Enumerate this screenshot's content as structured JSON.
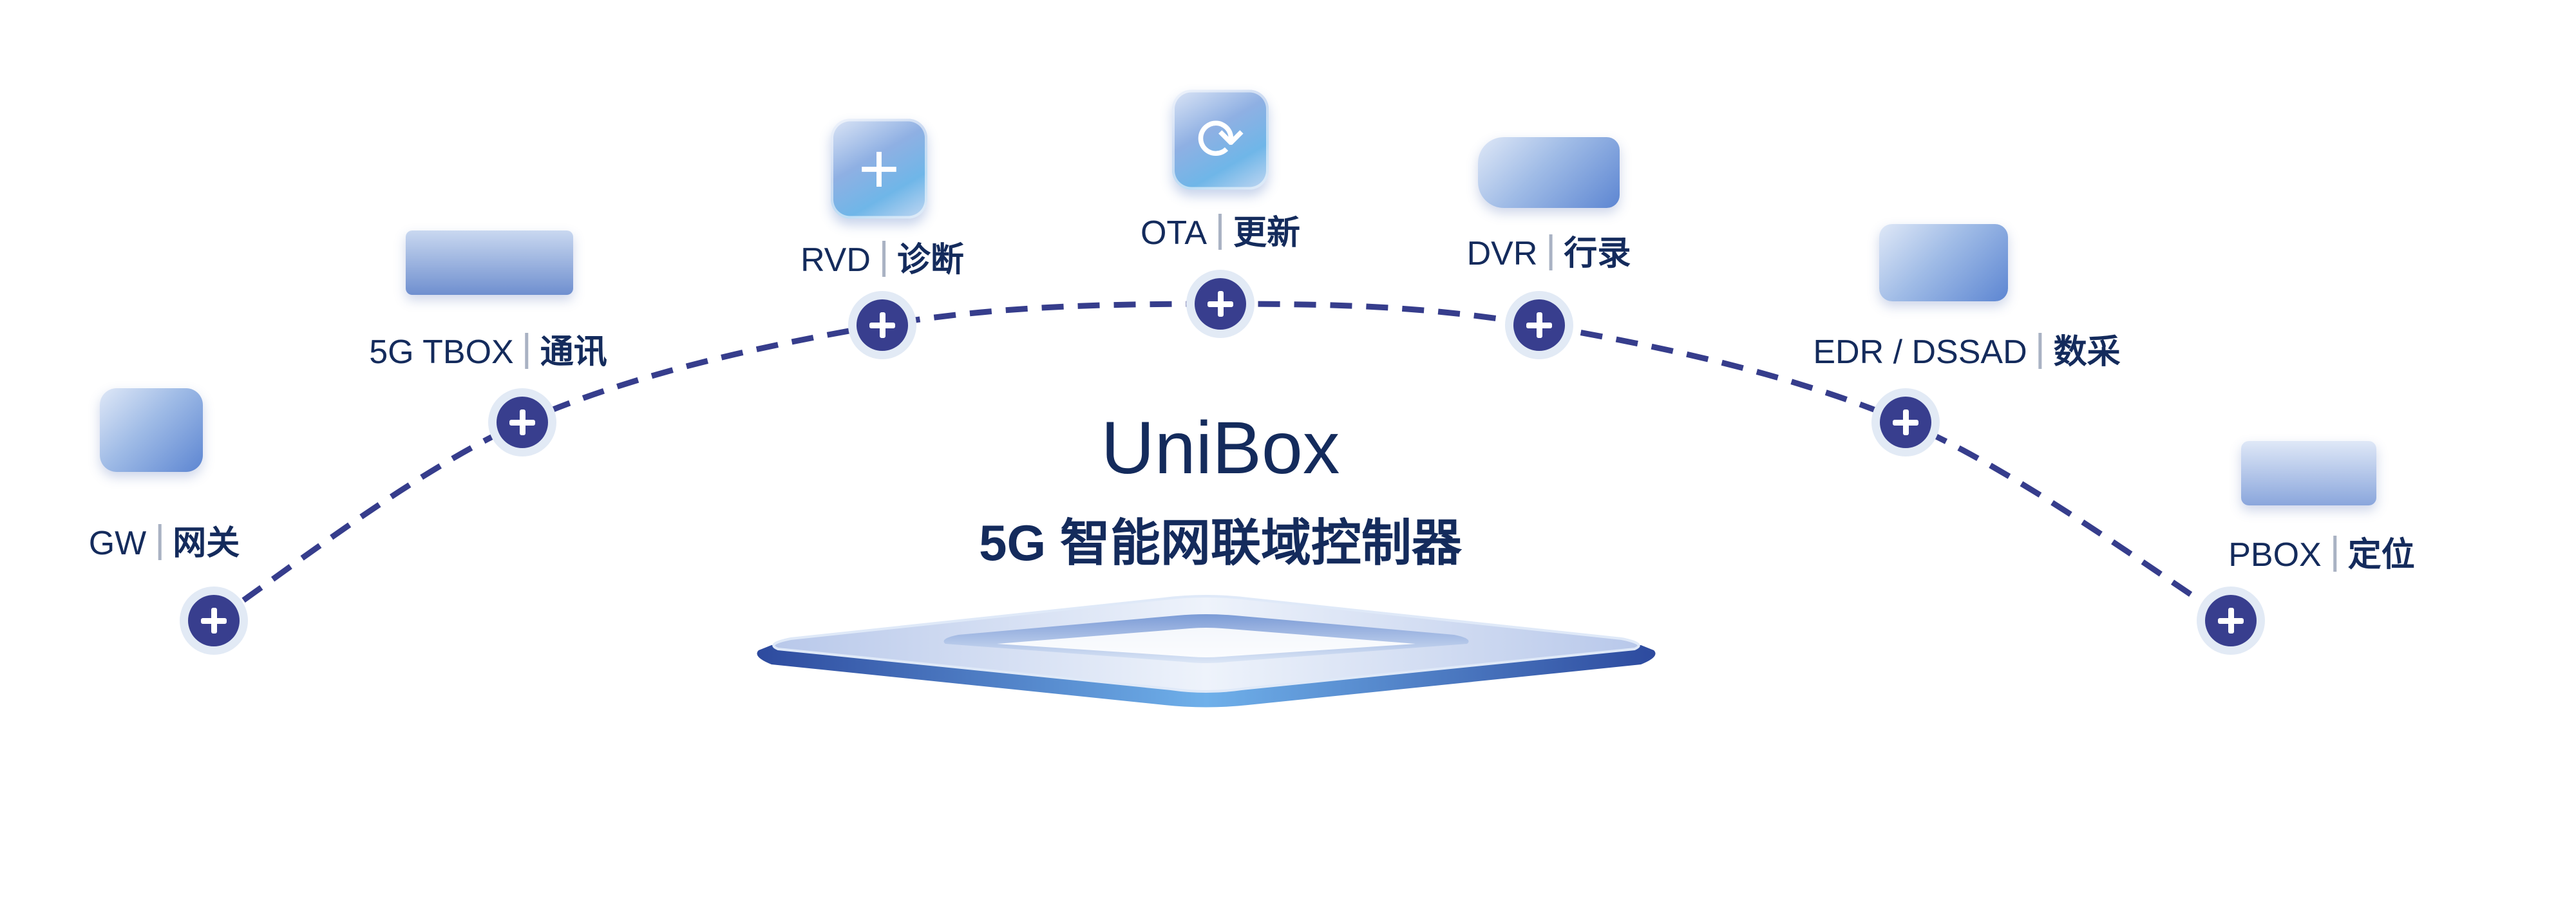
{
  "colors": {
    "text": "#142b5c",
    "node": "#383e8e",
    "halo": "#e2eaf5",
    "dash": "#363d8c",
    "separator": "#a9b2c3"
  },
  "center": {
    "title": "UniBox",
    "subtitle": "5G 智能网联域控制器"
  },
  "nodes": [
    {
      "en": "GW",
      "cn": "网关",
      "icon": "gateway-device-icon"
    },
    {
      "en": "5G TBOX",
      "cn": "通讯",
      "icon": "tbox-device-icon"
    },
    {
      "en": "RVD",
      "cn": "诊断",
      "icon": "plus-glass-icon"
    },
    {
      "en": "OTA",
      "cn": "更新",
      "icon": "refresh-glass-icon"
    },
    {
      "en": "DVR",
      "cn": "行录",
      "icon": "dashcam-device-icon"
    },
    {
      "en": "EDR / DSSAD",
      "cn": "数采",
      "icon": "edr-device-icon"
    },
    {
      "en": "PBOX",
      "cn": "定位",
      "icon": "positioning-device-icon"
    }
  ]
}
